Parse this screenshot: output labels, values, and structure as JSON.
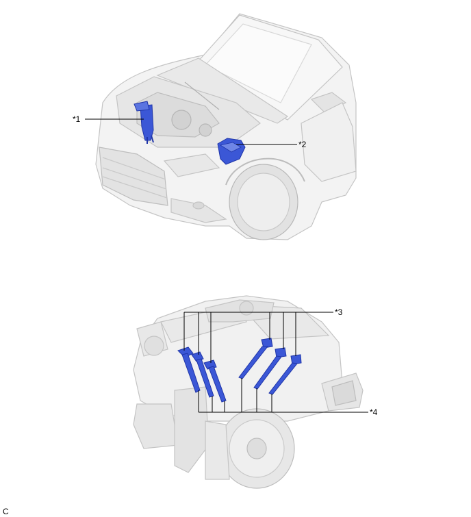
{
  "callouts": {
    "c1": "*1",
    "c2": "*2",
    "c3": "*3",
    "c4": "*4"
  },
  "corner_mark": "C",
  "colors": {
    "highlight": "#3b57d6",
    "highlight_dark": "#1f35a8",
    "line_art": "#c9c9c9",
    "shade": "#ececec"
  }
}
